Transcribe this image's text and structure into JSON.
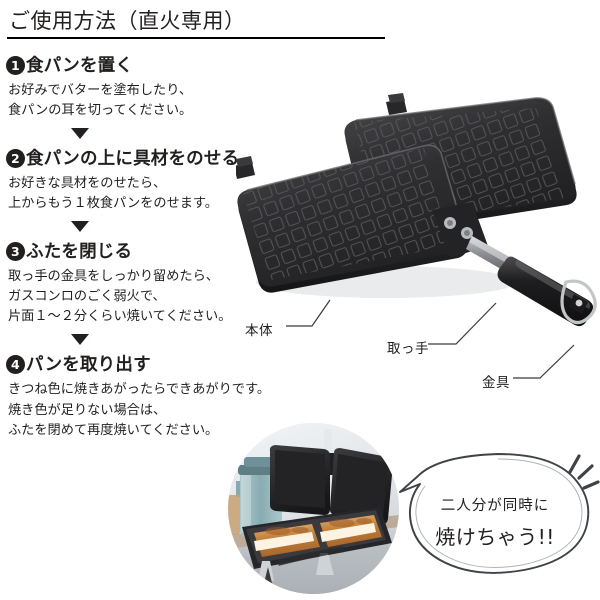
{
  "header": {
    "title": "ご使用方法（直火専用）"
  },
  "steps": [
    {
      "number": "1",
      "heading": "食パンを置く",
      "lines": [
        "お好みでバターを塗布したり、",
        "食パンの耳を切ってください。"
      ]
    },
    {
      "number": "2",
      "heading": "食パンの上に具材をのせる",
      "lines": [
        "お好きな具材をのせたら、",
        "上からもう１枚食パンをのせます。"
      ]
    },
    {
      "number": "3",
      "heading": "ふたを閉じる",
      "lines": [
        "取っ手の金具をしっかり留めたら、",
        "ガスコンロのごく弱火で、",
        "片面１〜２分くらい焼いてください。"
      ]
    },
    {
      "number": "4",
      "heading": "パンを取り出す",
      "lines": [
        "きつね色に焼きあがったらできあがりです。",
        "焼き色が足りない場合は、",
        "ふたを閉めて再度焼いてください。"
      ]
    }
  ],
  "callouts": {
    "body": "本体",
    "handle": "取っ手",
    "clasp": "金具"
  },
  "speech_bubble": {
    "line_1": "二人分が同時に",
    "line_2": "焼けちゃう!!"
  },
  "colors": {
    "text": "#231f1f",
    "rule": "#000000",
    "badge_fill": "#231f1f",
    "badge_text": "#ffffff",
    "product_black": "#2b2b2d",
    "toast_brown": "#c98a45",
    "jar_teal": "#8fb3b8"
  }
}
